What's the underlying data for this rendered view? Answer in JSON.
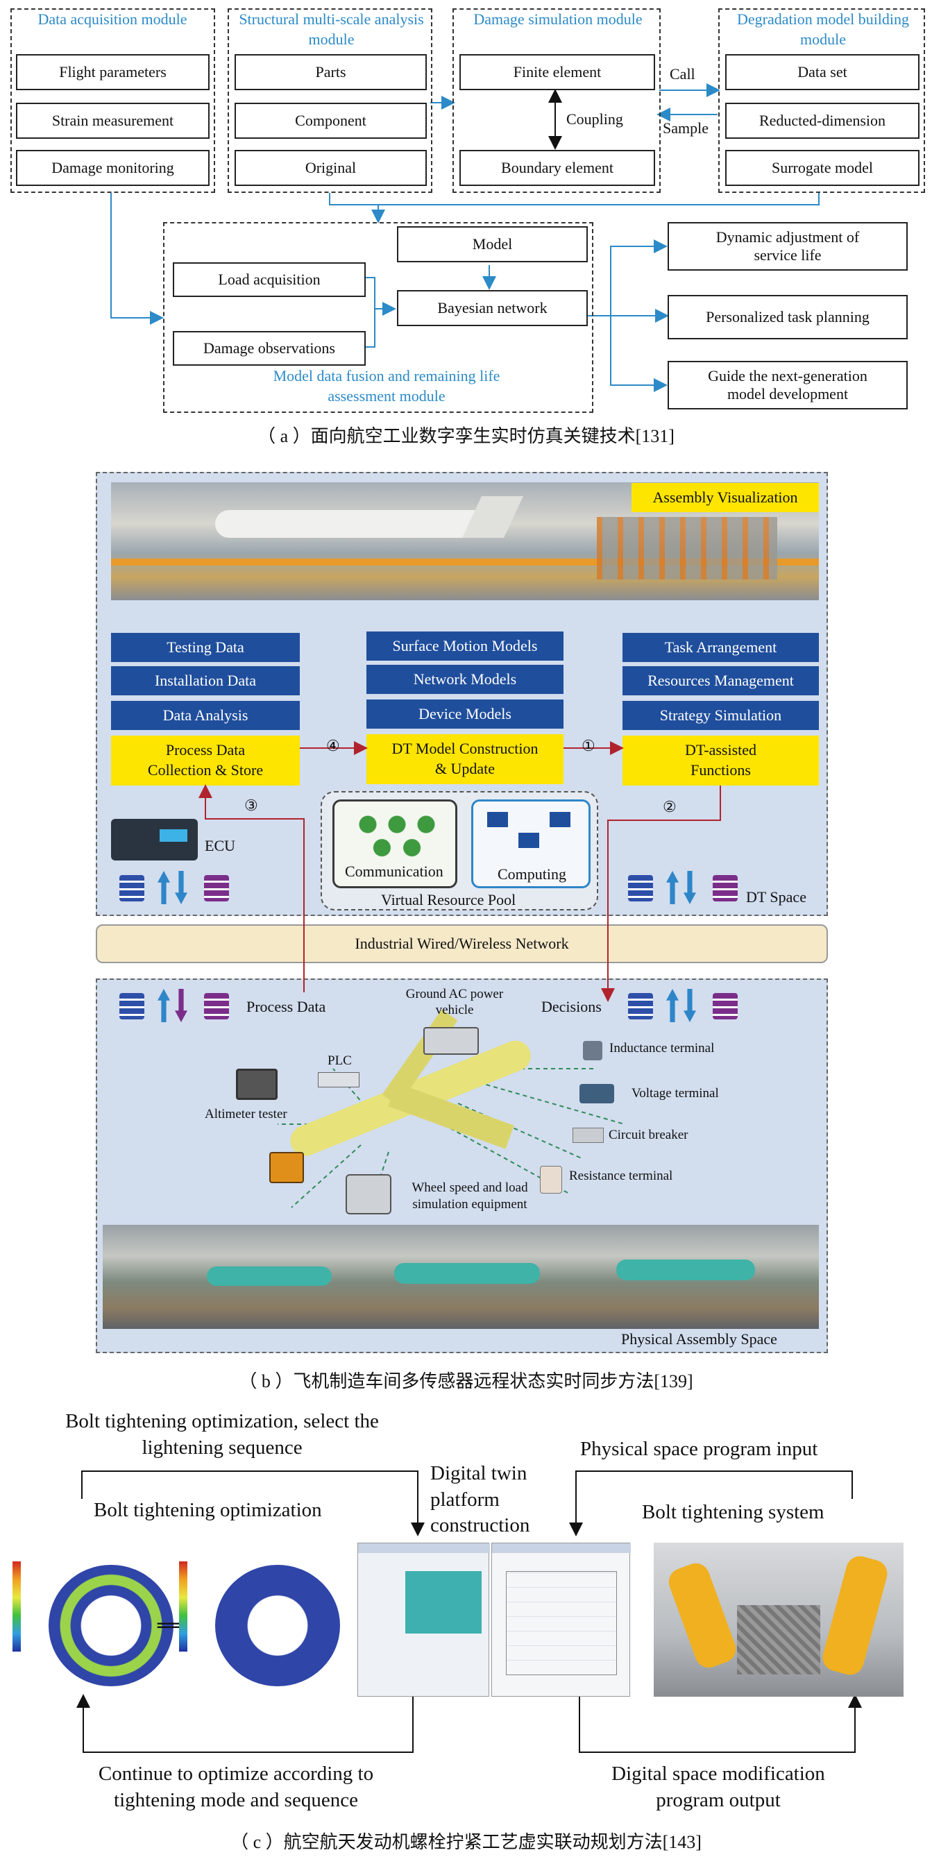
{
  "panel_a": {
    "modules": {
      "acquisition": {
        "title": "Data acquisition module",
        "items": [
          "Flight parameters",
          "Strain measurement",
          "Damage monitoring"
        ]
      },
      "structural": {
        "title": "Structural multi-scale analysis module",
        "items": [
          "Parts",
          "Component",
          "Original"
        ]
      },
      "simulation": {
        "title": "Damage simulation module",
        "items": [
          "Finite element",
          "Boundary element"
        ],
        "coupling": "Coupling"
      },
      "degradation": {
        "title": "Degradation model building module",
        "items": [
          "Data set",
          "Reducted-dimension",
          "Surrogate model"
        ]
      },
      "fusion": {
        "title": "Model data fusion and remaining life assessment module",
        "items": [
          "Load acquisition",
          "Damage observations",
          "Model",
          "Bayesian network"
        ]
      }
    },
    "edges": {
      "call": "Call",
      "sample": "Sample"
    },
    "outputs": [
      "Dynamic adjustment of service life",
      "Personalized task planning",
      "Guide the next-generation model development"
    ],
    "caption": "（ a ）面向航空工业数字孪生实时仿真关键技术[131]"
  },
  "panel_b": {
    "assembly_visualization": "Assembly Visualization",
    "left_column": [
      "Testing Data",
      "Installation Data",
      "Data Analysis"
    ],
    "left_yellow": "Process Data Collection & Store",
    "mid_column": [
      "Surface Motion Models",
      "Network Models",
      "Device Models"
    ],
    "mid_yellow": "DT Model Construction & Update",
    "right_column": [
      "Task Arrangement",
      "Resources Management",
      "Strategy Simulation"
    ],
    "right_yellow": "DT-assisted Functions",
    "steps": [
      "①",
      "②",
      "③",
      "④"
    ],
    "ecu": "ECU",
    "communication": "Communication",
    "computing": "Computing",
    "virtual_pool": "Virtual Resource Pool",
    "dt_space": "DT Space",
    "network": "Industrial Wired/Wireless Network",
    "process_data": "Process Data",
    "decisions": "Decisions",
    "devices": [
      "Ground AC power vehicle",
      "PLC",
      "Altimeter tester",
      "Inductance terminal",
      "Voltage terminal",
      "Circuit breaker",
      "Resistance terminal",
      "Wheel speed and load simulation equipment"
    ],
    "physical_space": "Physical Assembly Space",
    "caption": "（ b ）飞机制造车间多传感器远程状态实时同步方法[139]"
  },
  "panel_c": {
    "top_left": "Bolt tightening optimization, select the lightening sequence",
    "opt_label": "Bolt tightening optimization",
    "platform": "Digital twin platform construction",
    "program_input": "Physical space program input",
    "tightening_system": "Bolt tightening system",
    "bottom_left": "Continue to optimize according to tightening mode and sequence",
    "bottom_right": "Digital space modification program output",
    "caption": "（ c ）航空航天发动机螺栓拧紧工艺虚实联动规划方法[143]"
  },
  "colors": {
    "accent_blue": "#2b8ac7",
    "dark_blue": "#1f4e9c",
    "yellow": "#fee500",
    "panel_bg": "#d2ddee",
    "arrow_red": "#b0232c"
  }
}
